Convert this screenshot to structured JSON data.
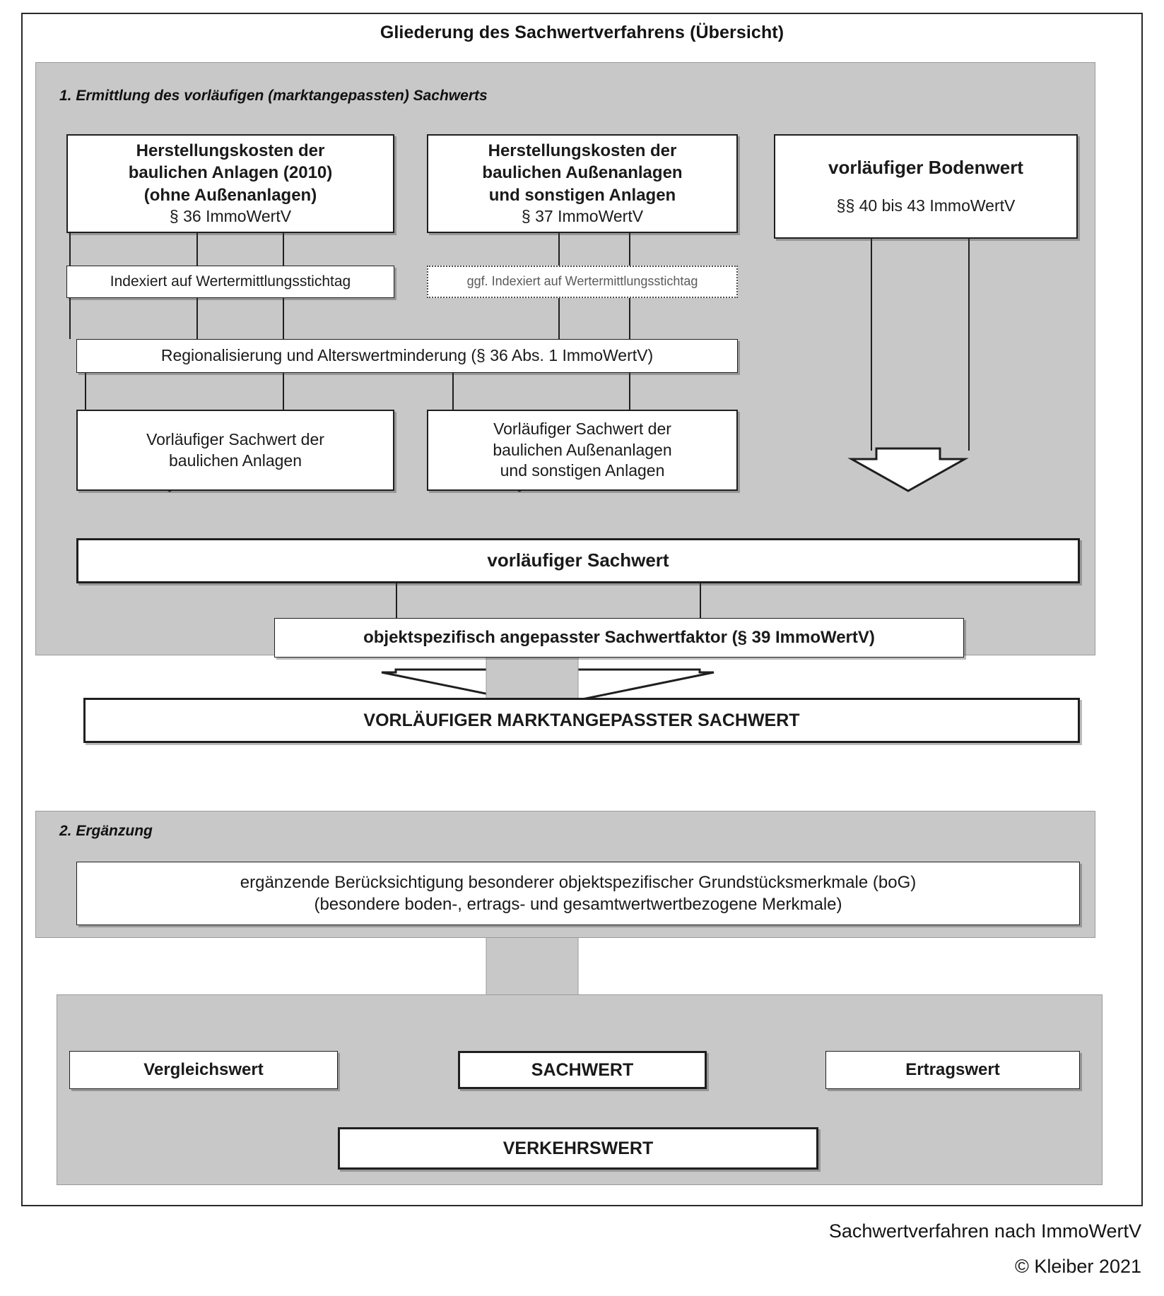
{
  "document": {
    "title": "Gliederung des Sachwertverfahrens (Übersicht)",
    "credit_line1": "Sachwertverfahren nach ImmoWertV",
    "credit_line2": "© Kleiber 2021"
  },
  "section1": {
    "label": "1. Ermittlung des vorläufigen (marktangepassten) Sachwerts",
    "col1": {
      "head_line1": "Herstellungskosten der",
      "head_line2": "baulichen Anlagen (2010)",
      "head_line3": "(ohne Außenanlagen)",
      "head_ref": "§ 36 ImmoWertV",
      "index_box": "Indexiert auf Wertermittlungsstichtag",
      "result_line1": "Vorläufiger Sachwert der",
      "result_line2": "baulichen Anlagen"
    },
    "col2": {
      "head_line1": "Herstellungskosten der",
      "head_line2": "baulichen Außenanlagen",
      "head_line3": "und sonstigen Anlagen",
      "head_ref": "§ 37 ImmoWertV",
      "index_box": "ggf. Indexiert auf Wertermittlungsstichtag",
      "result_line1": "Vorläufiger Sachwert der",
      "result_line2": "baulichen Außenanlagen",
      "result_line3": "und sonstigen Anlagen"
    },
    "col3": {
      "head_line1": "vorläufiger Bodenwert",
      "head_ref": "§§ 40 bis 43 ImmoWertV"
    },
    "regionalisierung": "Regionalisierung und Alterswertminderung (§ 36 Abs. 1 ImmoWertV)",
    "vorlaeufiger_sachwert": "vorläufiger Sachwert",
    "sachwertfaktor": "objektspezifisch angepasster Sachwertfaktor (§ 39 ImmoWertV)",
    "marktangepasster_sachwert": "VORLÄUFIGER MARKTANGEPASSTER SACHWERT"
  },
  "section2": {
    "label": "2. Ergänzung",
    "bog_line1": "ergänzende Berücksichtigung besonderer objektspezifischer Grundstücksmerkmale (boG)",
    "bog_line2": "(besondere boden-, ertrags- und gesamtwertwertbezogene Merkmale)"
  },
  "section3": {
    "vergleichswert": "Vergleichswert",
    "sachwert": "SACHWERT",
    "ertragswert": "Ertragswert",
    "verkehrswert": "VERKEHRSWERT"
  },
  "colors": {
    "panel_grey": "#c8c8c8",
    "box_white": "#ffffff",
    "line_black": "#1f1f1f",
    "page_white": "#ffffff"
  }
}
